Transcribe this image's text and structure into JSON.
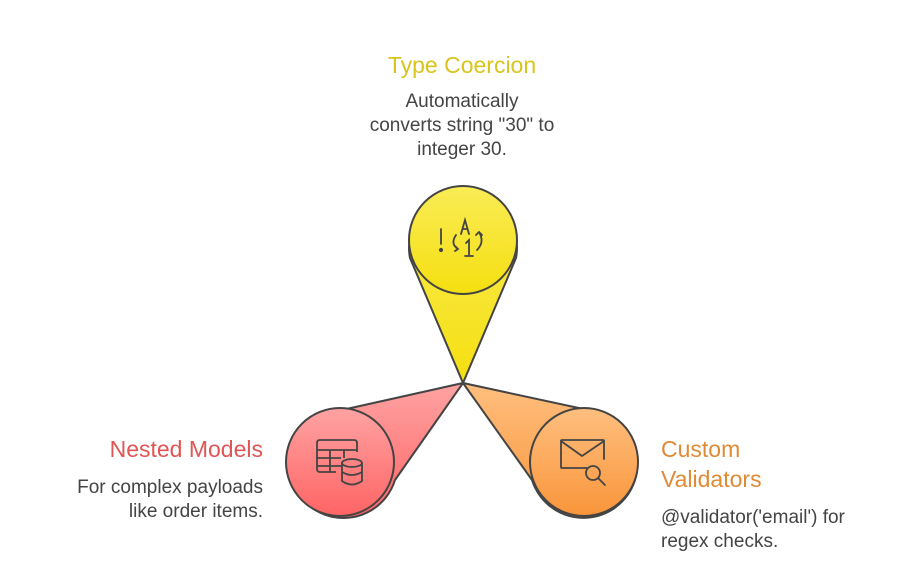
{
  "diagram": {
    "center_label": "",
    "nodes": [
      {
        "id": "top",
        "title": "Type Coercion",
        "description_lines": [
          "Automatically",
          "converts string \"30\" to",
          "integer 30."
        ],
        "icon": "type-conversion-icon",
        "color": "#F5E12A",
        "title_color": "#D9C41E"
      },
      {
        "id": "left",
        "title": "Nested Models",
        "description_lines": [
          "For complex payloads",
          "like order items."
        ],
        "icon": "table-database-icon",
        "color": "#FF7B7B",
        "title_color": "#E05555"
      },
      {
        "id": "right",
        "title_lines": [
          "Custom",
          "Validators"
        ],
        "description_lines": [
          "@validator('email') for",
          "regex checks."
        ],
        "icon": "email-search-icon",
        "color": "#F9A552",
        "title_color": "#E08A35"
      }
    ],
    "outline_color": "#444444"
  }
}
